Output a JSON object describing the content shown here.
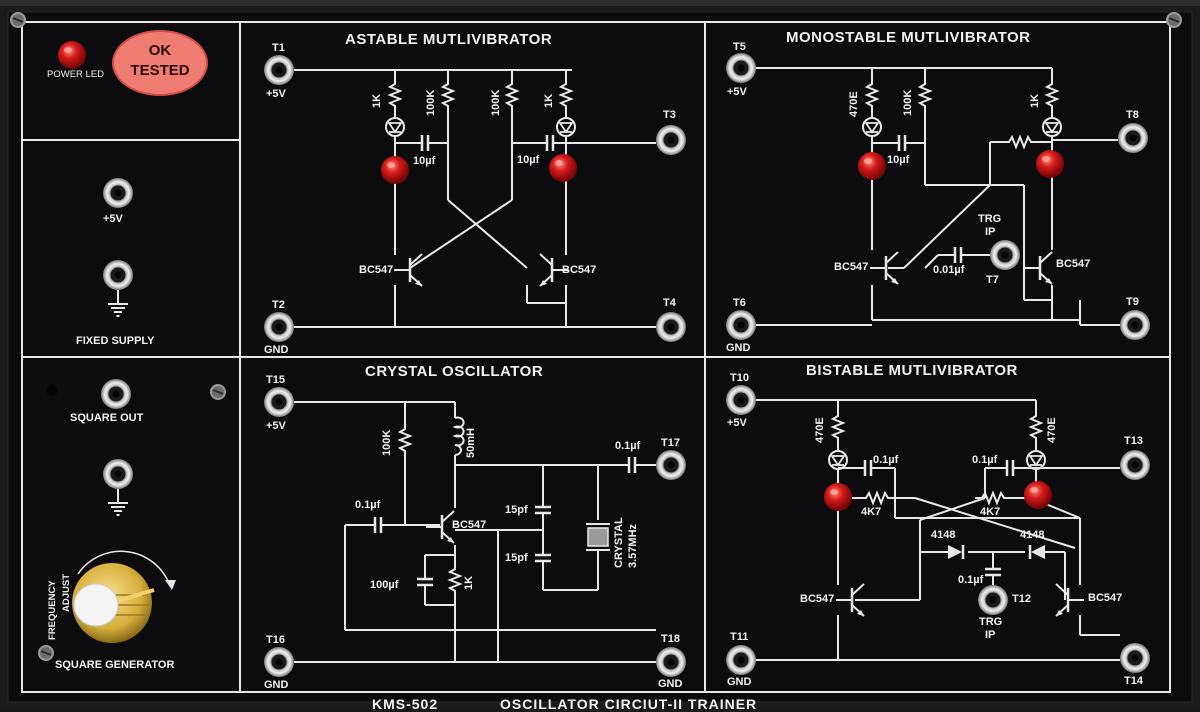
{
  "panel": {
    "power_led": "POWER LED",
    "ok_line1": "OK",
    "ok_line2": "TESTED",
    "fixed_supply": {
      "plus5": "+5V",
      "title": "FIXED SUPPLY"
    },
    "square_gen": {
      "out": "SQUARE OUT",
      "freq1": "FREQUENCY",
      "freq2": "ADJUST",
      "title": "SQUARE GENERATOR"
    },
    "footer": {
      "model": "KMS-502",
      "name": "OSCILLATOR CIRCIUT-II TRAINER"
    }
  },
  "astable": {
    "title": "ASTABLE MUTLIVIBRATOR",
    "t1": "T1",
    "t1_sub": "+5V",
    "t2": "T2",
    "t2_sub": "GND",
    "t3": "T3",
    "t4": "T4",
    "r1": "1K",
    "r2": "100K",
    "r3": "100K",
    "r4": "1K",
    "c1": "10µf",
    "c2": "10µf",
    "q1": "BC547",
    "q2": "BC547"
  },
  "monostable": {
    "title": "MONOSTABLE MUTLIVIBRATOR",
    "t5": "T5",
    "t5_sub": "+5V",
    "t6": "T6",
    "t6_sub": "GND",
    "t7": "T7",
    "t8": "T8",
    "t9": "T9",
    "r1": "470E",
    "r2": "100K",
    "r3": "1K",
    "c1": "10µf",
    "c2": "0.01µf",
    "trg1": "TRG",
    "trg2": "IP",
    "q1": "BC547",
    "q2": "BC547"
  },
  "crystal": {
    "title": "CRYSTAL OSCILLATOR",
    "t15": "T15",
    "t15_sub": "+5V",
    "t16": "T16",
    "t16_sub": "GND",
    "t17": "T17",
    "t18": "T18",
    "t18_sub": "GND",
    "r1": "100K",
    "l1": "50mH",
    "r2": "1K",
    "c_in": "0.1µf",
    "c_out": "0.1µf",
    "c_e": "100µf",
    "c1": "15pf",
    "c2": "15pf",
    "q1": "BC547",
    "xtal1": "CRYSTAL",
    "xtal2": "3.57MHz"
  },
  "bistable": {
    "title": "BISTABLE MUTLIVIBRATOR",
    "t10": "T10",
    "t10_sub": "+5V",
    "t11": "T11",
    "t11_sub": "GND",
    "t12": "T12",
    "t13": "T13",
    "t14": "T14",
    "r1": "470E",
    "r2": "470E",
    "r3": "4K7",
    "r4": "4K7",
    "c1": "0.1µf",
    "c2": "0.1µf",
    "c3": "0.1µf",
    "d1": "4148",
    "d2": "4148",
    "trg1": "TRG",
    "trg2": "IP",
    "q1": "BC547",
    "q2": "BC547"
  },
  "colors": {
    "board": "#0c0c0e",
    "line": "#e8e8e8",
    "led": "#d41a1a",
    "socket": "#c9c9c9",
    "ok_badge": "#f07d72",
    "knob": "#e2c25a"
  }
}
